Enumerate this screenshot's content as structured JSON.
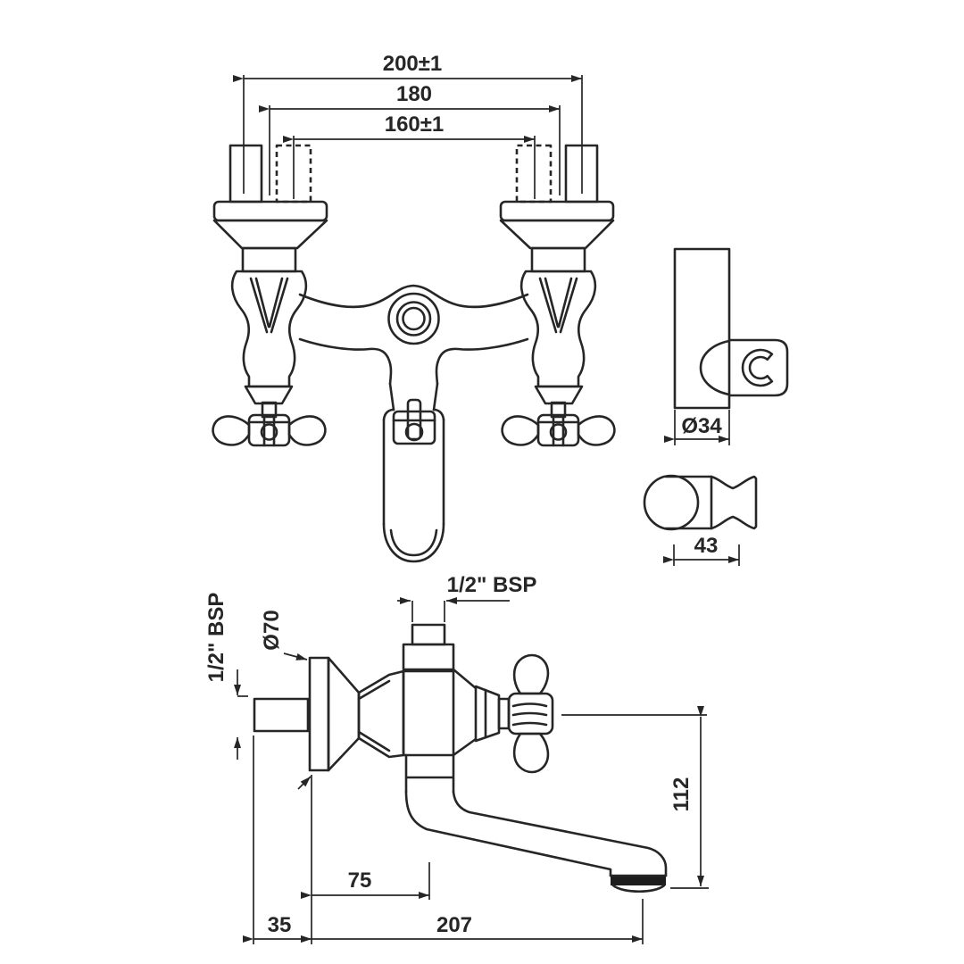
{
  "front": {
    "dim_outer": "200±1",
    "dim_mid": "180",
    "dim_inner": "160±1"
  },
  "side": {
    "thread_top": "1/2\" BSP",
    "thread_wall": "1/2\" BSP",
    "flange_dia": "Ø70",
    "height": "112",
    "projection": "75",
    "wall_depth": "35",
    "reach": "207"
  },
  "bracket_side": {
    "diameter": "Ø34"
  },
  "bracket_top": {
    "width": "43"
  },
  "colors": {
    "line": "#262626",
    "bg": "#ffffff",
    "aerator": "#1c1c1c"
  }
}
